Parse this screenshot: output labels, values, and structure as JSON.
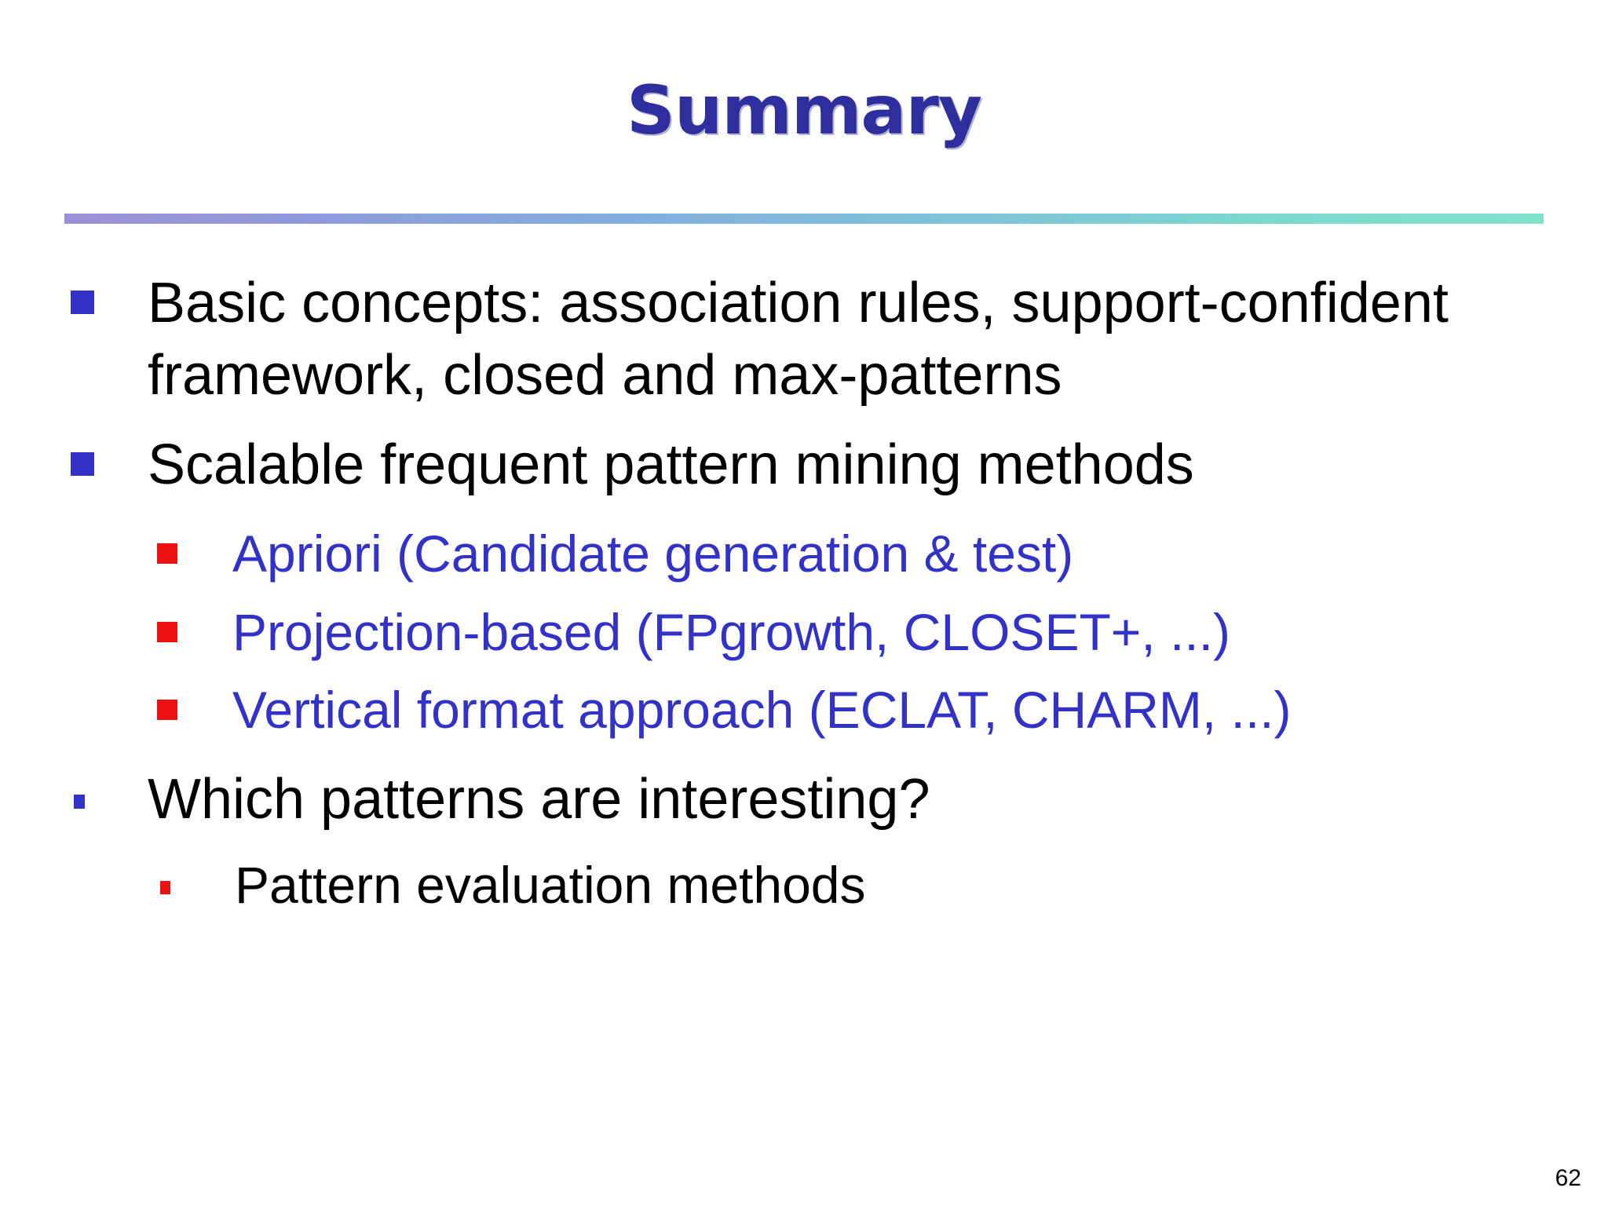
{
  "slide": {
    "title": "Summary",
    "page_number": "62",
    "colors": {
      "title": "#2E2E9E",
      "level1_marker": "#3232C8",
      "level2_marker": "#EE1111",
      "level2_text": "#3232C8",
      "body_text": "#000000",
      "divider_start": "#9C8FD6",
      "divider_mid": "#82AEDF",
      "divider_end": "#7FE2CB"
    },
    "divider": "gradient-rule",
    "bullets": [
      {
        "level": 1,
        "marker": "blue-square-bullet",
        "marker_size": "large",
        "text": "Basic concepts: association rules, support-confident framework, closed and max-patterns"
      },
      {
        "level": 1,
        "marker": "blue-square-bullet",
        "marker_size": "large",
        "text": "Scalable frequent pattern mining methods"
      },
      {
        "level": 2,
        "marker": "red-square-bullet",
        "marker_size": "large",
        "text": "Apriori (Candidate generation & test)"
      },
      {
        "level": 2,
        "marker": "red-square-bullet",
        "marker_size": "large",
        "text": "Projection-based (FPgrowth, CLOSET+, ...)"
      },
      {
        "level": 2,
        "marker": "red-square-bullet",
        "marker_size": "large",
        "text": "Vertical format approach (ECLAT, CHARM, ...)"
      },
      {
        "level": 1,
        "marker": "blue-square-bullet",
        "marker_size": "small",
        "text": "Which patterns are interesting?"
      },
      {
        "level": 2,
        "marker": "red-square-bullet",
        "marker_size": "small",
        "text": "Pattern evaluation methods"
      }
    ]
  }
}
